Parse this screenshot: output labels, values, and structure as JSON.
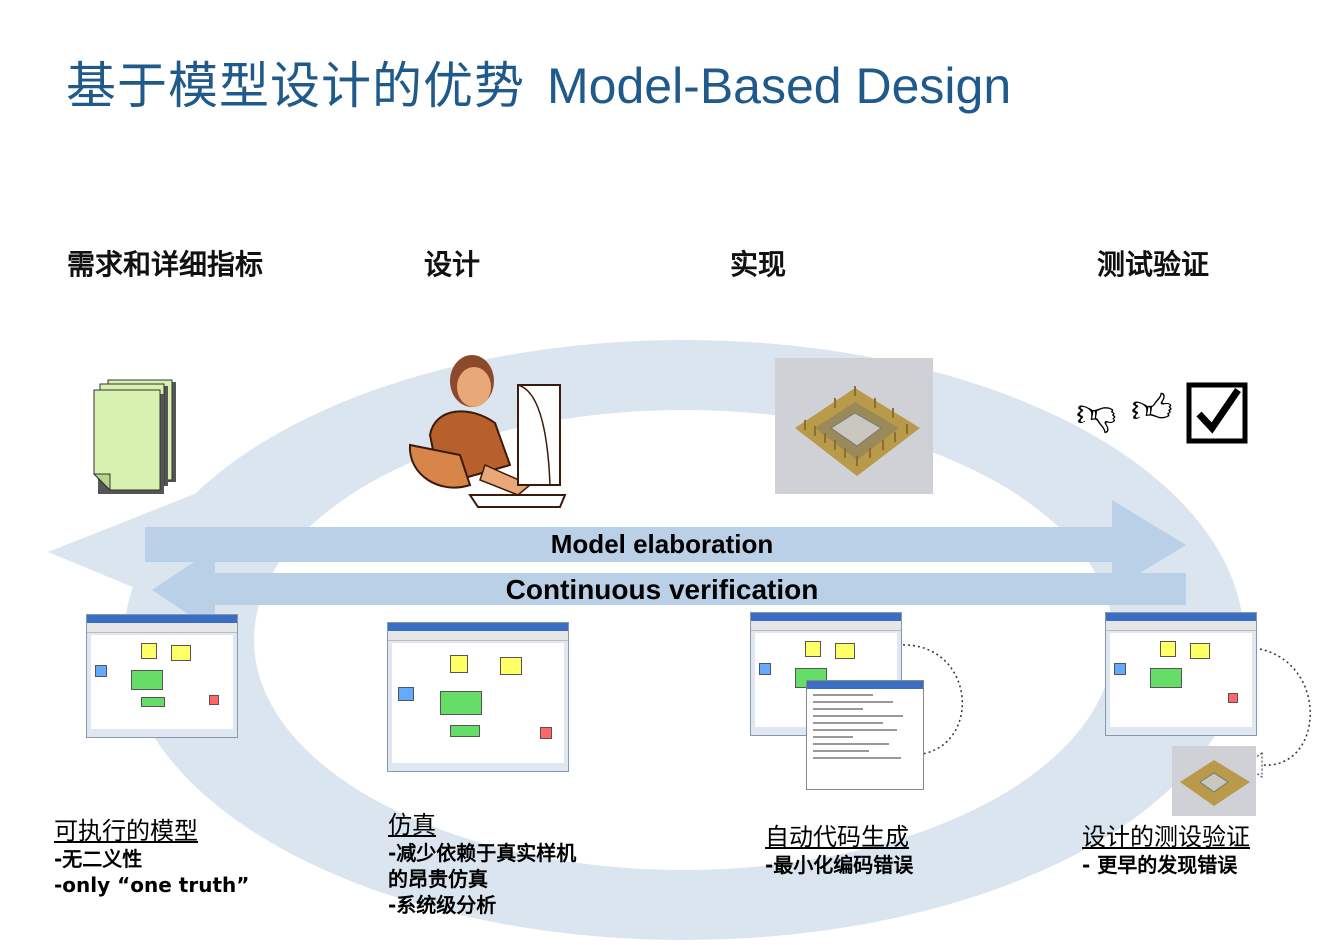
{
  "title": {
    "zh": "基于模型设计的优势",
    "en": "Model-Based Design"
  },
  "phases": [
    "需求和详细指标",
    "设计",
    "实现",
    "测试验证"
  ],
  "arrows": {
    "elaboration": "Model elaboration",
    "verification": "Continuous verification"
  },
  "captions": [
    {
      "heading": "可执行的模型",
      "lines": [
        "-无二义性",
        "-only “one truth”"
      ]
    },
    {
      "heading": "仿真",
      "lines": [
        "-减少依赖于真实样机",
        "的昂贵仿真",
        "-系统级分析"
      ]
    },
    {
      "heading": "自动代码生成",
      "lines": [
        "-最小化编码错误"
      ]
    },
    {
      "heading": "设计的测设验证",
      "lines": [
        "- 更早的发现错误"
      ]
    }
  ],
  "icons": {
    "documents": "documents-stack-icon",
    "designer": "designer-at-computer-icon",
    "chip": "processor-chip-icon",
    "thumbs_down": "thumbs-down-icon",
    "thumbs_up": "thumbs-up-icon",
    "checkbox": "checked-box-icon"
  },
  "colors": {
    "title": "#1f5a8a",
    "loop": "#d7e3ef",
    "arrow": "#b7cfe6"
  }
}
